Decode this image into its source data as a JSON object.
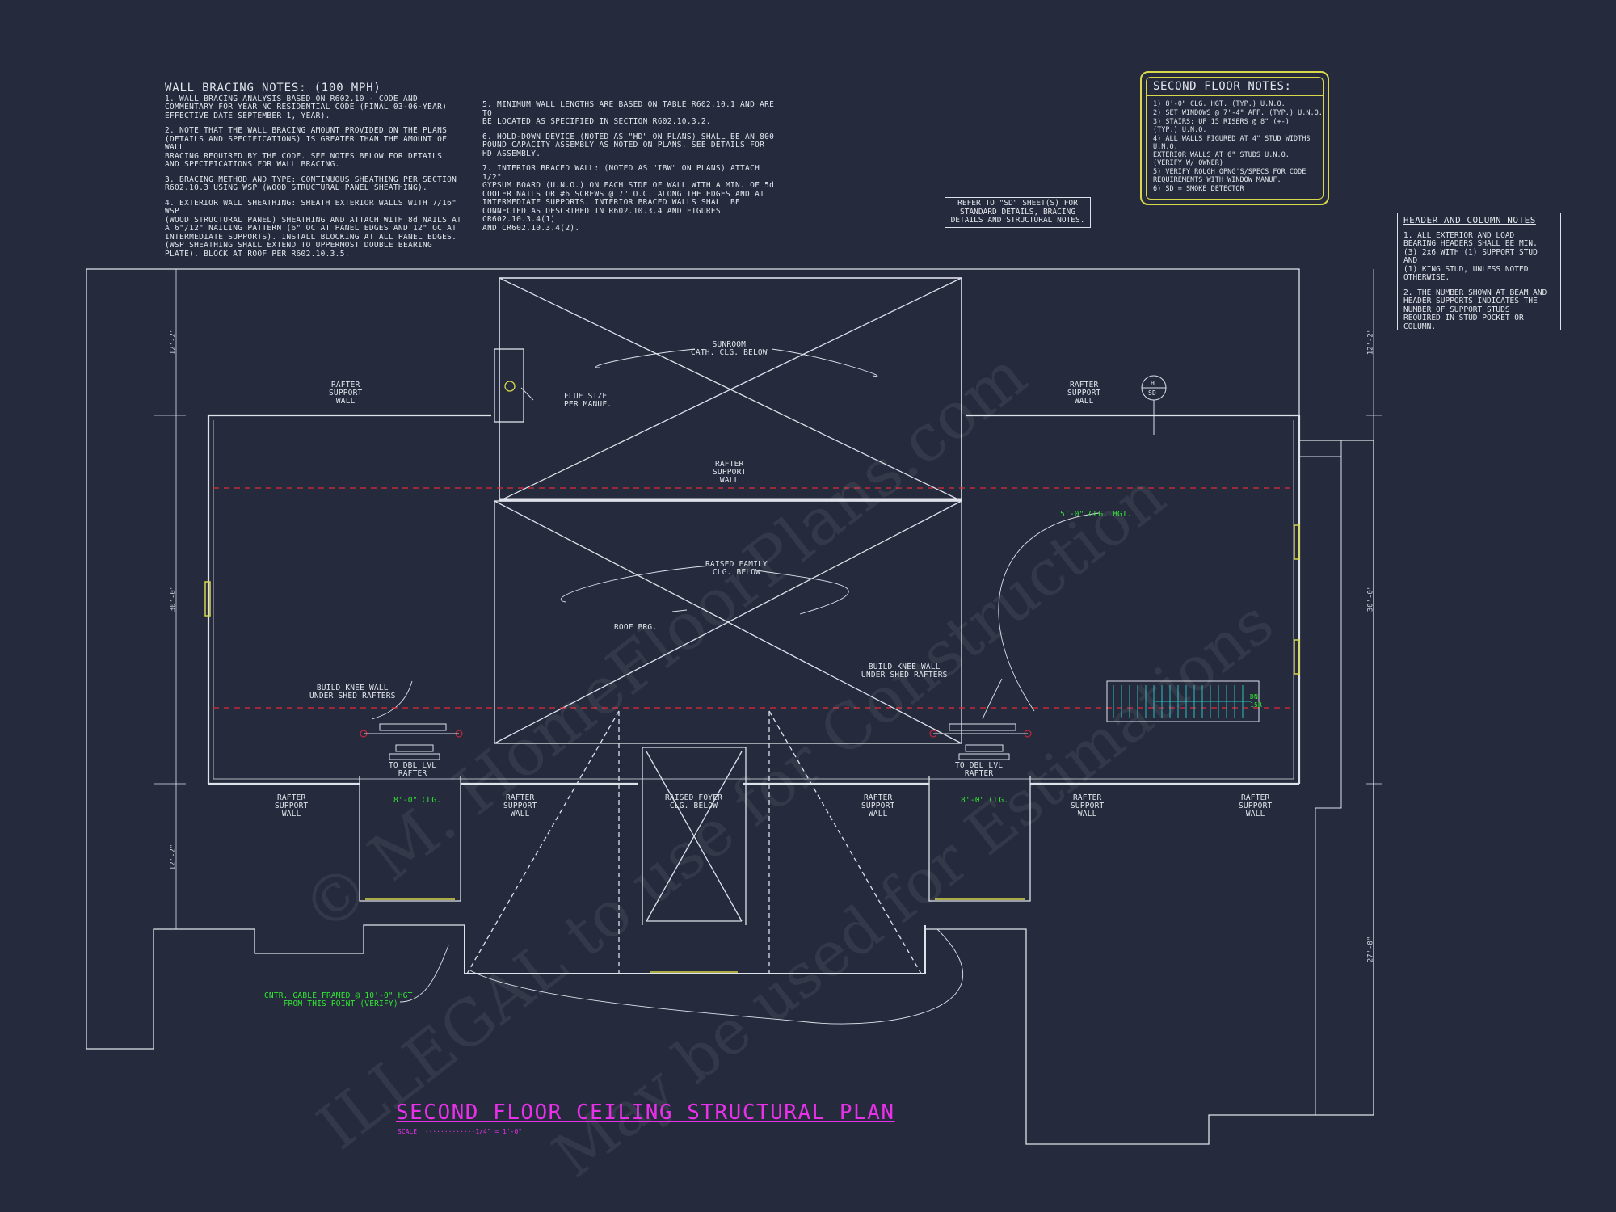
{
  "drawing": {
    "title": "SECOND FLOOR CEILING STRUCTURAL PLAN",
    "scale": "SCALE: ·············1/4\" = 1'-0\""
  },
  "wall_bracing_notes": {
    "heading": "WALL BRACING NOTES: (100 MPH)",
    "items": [
      "1. WALL BRACING ANALYSIS BASED ON R602.10 - CODE AND\nCOMMENTARY FOR YEAR NC RESIDENTIAL CODE (FINAL 03-06-YEAR)\nEFFECTIVE DATE SEPTEMBER 1, YEAR).",
      "2. NOTE THAT THE WALL BRACING AMOUNT PROVIDED ON THE PLANS\n(DETAILS AND SPECIFICATIONS) IS GREATER THAN THE AMOUNT OF WALL\nBRACING REQUIRED BY THE CODE. SEE NOTES BELOW FOR DETAILS\nAND SPECIFICATIONS FOR WALL BRACING.",
      "3. BRACING METHOD AND TYPE: CONTINUOUS SHEATHING PER SECTION\nR602.10.3 USING WSP (WOOD STRUCTURAL PANEL SHEATHING).",
      "4. EXTERIOR WALL SHEATHING: SHEATH EXTERIOR WALLS WITH 7/16\" WSP\n(WOOD STRUCTURAL PANEL) SHEATHING AND ATTACH WITH 8d NAILS AT\nA 6\"/12\" NAILING PATTERN (6\" OC AT PANEL EDGES AND 12\" OC AT\nINTERMEDIATE SUPPORTS). INSTALL BLOCKING AT ALL PANEL EDGES.\n(WSP SHEATHING SHALL EXTEND TO UPPERMOST DOUBLE BEARING\nPLATE). BLOCK AT ROOF PER R602.10.3.5."
    ]
  },
  "wall_bracing_notes_cont": {
    "items": [
      "5. MINIMUM WALL LENGTHS ARE BASED ON TABLE R602.10.1 AND ARE TO\nBE LOCATED AS SPECIFIED IN SECTION R602.10.3.2.",
      "6. HOLD-DOWN DEVICE (NOTED AS \"HD\" ON PLANS) SHALL BE AN 800\nPOUND CAPACITY ASSEMBLY AS NOTED ON PLANS. SEE DETAILS FOR\nHD ASSEMBLY.",
      "7. INTERIOR BRACED WALL: (NOTED AS \"IBW\" ON PLANS) ATTACH 1/2\"\nGYPSUM BOARD (U.N.O.) ON EACH SIDE OF WALL WITH A MIN. OF 5d\nCOOLER NAILS OR #6 SCREWS @ 7\" O.C. ALONG THE EDGES AND AT\nINTERMEDIATE SUPPORTS. INTERIOR BRACED WALLS SHALL BE\nCONNECTED AS DESCRIBED IN R602.10.3.4 AND FIGURES CR602.10.3.4(1)\nAND CR602.10.3.4(2)."
    ]
  },
  "second_floor_notes": {
    "heading": "SECOND FLOOR NOTES:",
    "items": [
      "1) 8'-0\" CLG. HGT. (TYP.) U.N.O.",
      "2) SET WINDOWS @ 7'-4\" AFF. (TYP.) U.N.O.",
      "3) STAIRS: UP 15 RISERS @ 8\" (+-)\n    (TYP.) U.N.O.",
      "4) ALL WALLS FIGURED AT 4\" STUD WIDTHS U.N.O.\n    EXTERIOR WALLS AT 6\" STUDS U.N.O.\n    (VERIFY W/ OWNER)",
      "5) VERIFY ROUGH OPNG'S/SPECS FOR CODE\n    REQUIREMENTS WITH WINDOW MANUF.",
      "6) SD = SMOKE DETECTOR"
    ]
  },
  "refer_note": "REFER TO \"SD\" SHEET(S) FOR\nSTANDARD DETAILS, BRACING\nDETAILS AND STRUCTURAL NOTES.",
  "header_column_notes": {
    "heading": "HEADER AND COLUMN NOTES",
    "items": [
      "1. ALL EXTERIOR AND LOAD\nBEARING HEADERS SHALL BE MIN.\n(3) 2x6 WITH (1) SUPPORT STUD AND\n(1) KING STUD, UNLESS NOTED\nOTHERWISE.",
      "2. THE NUMBER SHOWN AT BEAM AND\nHEADER SUPPORTS INDICATES THE\nNUMBER OF SUPPORT STUDS\nREQUIRED IN STUD POCKET OR\nCOLUMN."
    ]
  },
  "plan_labels": {
    "sunroom": "SUNROOM\nCATH. CLG. BELOW",
    "flue": "FLUE SIZE\nPER MANUF.",
    "rafter_support": "RAFTER\nSUPPORT\nWALL",
    "raised_family": "RAISED FAMILY\nCLG. BELOW",
    "roof_brg": "ROOF BRG.",
    "knee_wall": "BUILD KNEE WALL\nUNDER SHED RAFTERS",
    "dbl_lvl": "TO DBL LVL\nRAFTER",
    "raised_foyer": "RAISED FOYER\nCLG. BELOW",
    "smoke_det_top": "H",
    "smoke_det_bottom": "SD",
    "stair_dn": "DN\n15R",
    "clg_5ft": "5'-0\" CLG. HGT.",
    "clg_8ft": "8'-0\" CLG.",
    "gable": "CNTR. GABLE FRAMED @ 10'-0\" HGT.\nFROM THIS POINT (VERIFY)"
  },
  "dimensions": {
    "d_12_2": "12'-2\"",
    "d_30_0": "30'-0\"",
    "d_27_8": "27'-8\""
  },
  "watermark": {
    "line1": "© M. HomeFloorPlans.com",
    "line2": "ILLEGAL to use for Construction",
    "line3": "May be used for Estimations"
  },
  "colors": {
    "background": "#252b3d",
    "linework": "#dfe2ea",
    "title": "#e830e8",
    "green_notes": "#32e832",
    "yellow": "#d8d84a",
    "stair": "#29c0c0",
    "dashed": "#e0283a"
  }
}
